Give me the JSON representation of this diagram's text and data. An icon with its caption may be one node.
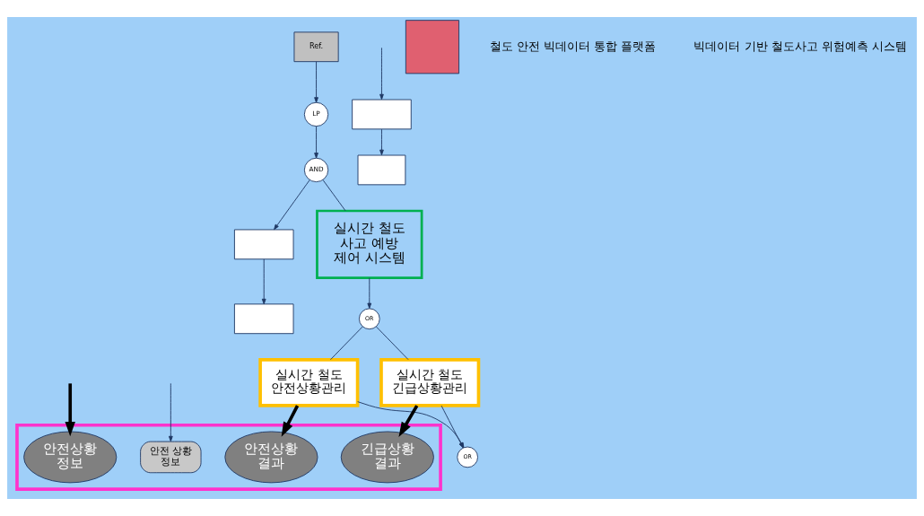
{
  "diagram": {
    "nodes": [
      {
        "text": [
          "Ref."
        ]
      },
      {
        "text": [
          "LP"
        ]
      },
      {
        "text": [
          "AND"
        ]
      },
      {
        "text": [],
        "shape": "box"
      },
      {
        "text": [],
        "shape": "box"
      },
      {
        "text": [],
        "shape": "box"
      },
      {
        "text": [
          "긴급상황 결과"
        ],
        "in": 5
      },
      {
        "text": [
          "안전상황 결과"
        ],
        "in": 5
      },
      {
        "text": [
          "안전상황 정보"
        ],
        "in": 5
      },
      {
        "text": [
          "안전 상황 정보"
        ],
        "in": 5
      },
      {
        "text": [],
        "shape": "box"
      },
      {
        "text": [],
        "shape": "box"
      },
      {
        "text": [
          "실시간 철도 사고 예방 제어 시스템"
        ]
      },
      {
        "text": [
          "OR"
        ]
      },
      {
        "text": [
          "실시간 철도 안전상황관리"
        ]
      },
      {
        "text": [
          "실시간 철도 긴급상황관리"
        ]
      },
      {
        "text": [
          "OR"
        ]
      },
      {
        "text": [],
        "shape": "box"
      }
    ],
    "edges": [
      {
        "from": 0,
        "to": 1,
        "arrow": "to"
      },
      {
        "from": 1,
        "to": 2,
        "arrow": "to"
      },
      {
        "from": 2,
        "to": 3,
        "arrow": "to"
      },
      {
        "from": 3,
        "to": 4,
        "arrow": "to"
      },
      {
        "from": null,
        "to": 8,
        "arrow": "to",
        "style": "thick",
        "color": "#000000"
      },
      {
        "from": null,
        "to": 9,
        "arrow": "to"
      },
      {
        "from": null,
        "to": 10,
        "arrow": "to"
      },
      {
        "from": 10,
        "to": 11,
        "arrow": "to"
      },
      {
        "from": 14,
        "to": 7,
        "arrow": "to",
        "style": "thick",
        "color": "#000000"
      },
      {
        "from": 15,
        "to": 6,
        "arrow": "to",
        "style": "thick",
        "color": "#000000"
      },
      {
        "from": 2,
        "to": 12,
        "arrow": "none"
      },
      {
        "from": 12,
        "to": 13,
        "arrow": "to"
      },
      {
        "from": 13,
        "to": 14,
        "arrow": "none"
      },
      {
        "from": 13,
        "to": 15,
        "arrow": "none"
      },
      {
        "from": 14,
        "to": 16,
        "arrow": "to"
      },
      {
        "from": 15,
        "to": 16,
        "arrow": "to"
      }
    ],
    "labels": [
      "철도 안전 빅데이터 통합 플랫폼",
      "빅데이터 기반 철도사고 위험예측 시스템"
    ]
  }
}
